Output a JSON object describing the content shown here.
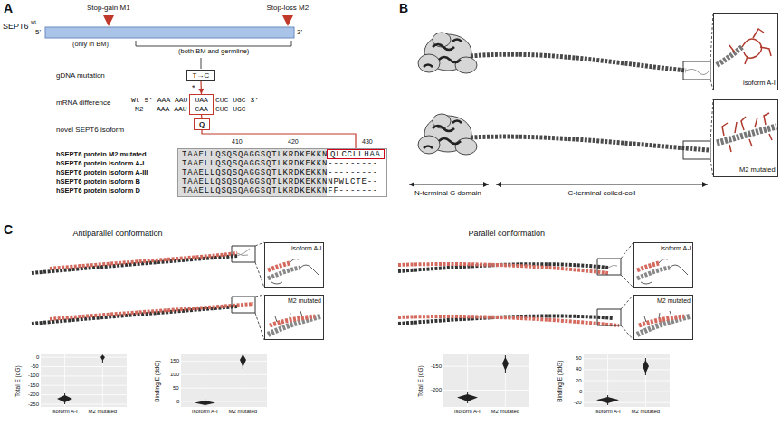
{
  "diagram": {
    "nodes": [
      {
        "text": [
          "T→C"
        ]
      },
      {
        "text": [
          "UAA",
          "CAA"
        ]
      },
      {
        "text": [
          "Q"
        ]
      },
      {
        "text": [
          "TAAELLQSQSQAGGSQTLKRDKEKKN",
          "TAAELLQSQSQAGGSQTLKRDKEKKN---------",
          "TAAELLQSQSQAGGSQTLKRDKEKKN---------",
          "TAAELLQSQSQAGGSQTLKRDKEKKNNPWLCTE--",
          "TAAELLQSQSQAGGSQTLKRDKEKKNFF-------"
        ]
      },
      {
        "text": [
          "QLCCLLHAA"
        ],
        "in": 3
      },
      {
        "text": [
          "isoform A-I"
        ]
      },
      {
        "text": [
          "M2 mutated"
        ]
      },
      {
        "text": [
          "isoform A-I"
        ]
      },
      {
        "text": [
          "M2 mutated"
        ]
      },
      {
        "text": [
          "isoform A-I"
        ]
      },
      {
        "text": [
          "M2 mutated"
        ]
      }
    ],
    "edges": [
      {
        "from": 0,
        "to": 1,
        "arrow": "to"
      },
      {
        "from": 1,
        "to": 2,
        "arrow": "none"
      },
      {
        "from": 2,
        "to": 4,
        "arrow": "none"
      }
    ],
    "labels": [
      "A",
      "Stop-gain M1",
      "Stop-loss M2",
      "SEPT6",
      "wt",
      "5'",
      "3'",
      "(only in BM)",
      "(both BM and germline)",
      "gDNA mutation",
      "*",
      "mRNA difference",
      "Wt 5' AAA AAU",
      "CUC UGC 3'",
      "M2   AAA AAU",
      "CUC UGC",
      "novel SEPT6 isoform",
      "410",
      "420",
      "430",
      "hSEPT6 protein M2 mutated",
      "hSEPT6 protein isoform A-I",
      "hSEPT6 protein isoform A-III",
      "hSEPT6 protein isoform B",
      "hSEPT6 protein isoform D",
      "B",
      "N-terminal G domain",
      "C-terminal coiled-coil",
      "C",
      "Antiparallel conformation",
      "Parallel conformation",
      "Total E (dG)",
      "0",
      "-50",
      "-100",
      "-150",
      "-200",
      "-250",
      "isoform A-I",
      "M2 mutated",
      "Binding E (ddG)",
      "150",
      "100",
      "50",
      "0",
      "isoform A-I",
      "M2 mutated",
      "Total E (dG)",
      "-150",
      "-200",
      "isoform A-I",
      "M2 mutated",
      "Binding E (ddG)",
      "60",
      "40",
      "20",
      "0",
      "-20",
      "isoform A-I",
      "M2 mutated"
    ]
  }
}
